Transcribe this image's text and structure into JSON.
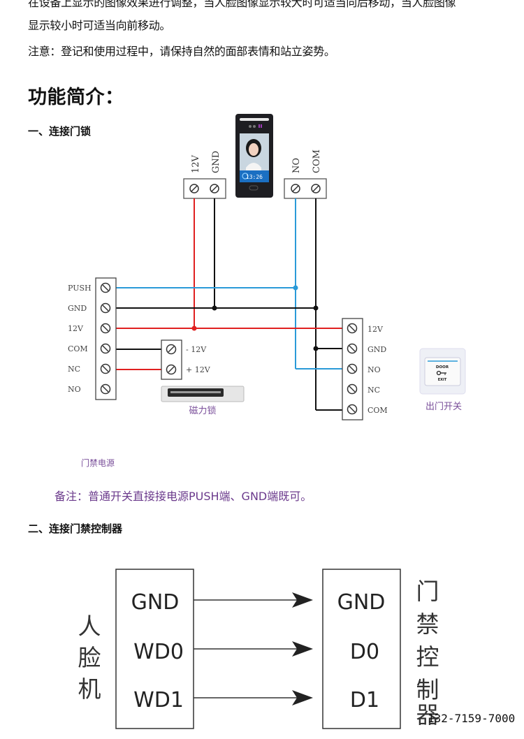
{
  "intro": {
    "line1": "在设备上显示的图像效果进行调整，当人脸图像显示较大时可适当向后移动，当人脸图像",
    "line2": "显示较小时可适当向前移动。",
    "notice": "注意：登记和使用过程中，请保持自然的面部表情和站立姿势。"
  },
  "section_title": "功能简介：",
  "section1": {
    "title": "一、连接门锁",
    "device": {
      "screen_time": "13:26",
      "left_terminal_labels": [
        "12V",
        "GND"
      ],
      "right_terminal_labels": [
        "NO",
        "COM"
      ]
    },
    "power_supply": {
      "label": "门禁电源",
      "terminals": [
        "PUSH",
        "GND",
        "12V",
        "COM",
        "NC",
        "NO"
      ]
    },
    "mag_lock": {
      "label": "磁力锁",
      "terminals": [
        "- 12V",
        "+ 12V"
      ]
    },
    "exit_button_module": {
      "terminals": [
        "12V",
        "GND",
        "NO",
        "NC",
        "COM"
      ]
    },
    "exit_switch": {
      "label": "出门开关",
      "top_text": "DOOR",
      "bottom_text": "EXIT"
    },
    "wire_colors": {
      "red": "#e02020",
      "black": "#111111",
      "blue": "#2a9ad8"
    },
    "note": "备注：普通开关直接接电源PUSH端、GND端既可。"
  },
  "section2": {
    "title": "二、连接门禁控制器",
    "left_device": {
      "label_chars": [
        "人",
        "脸",
        "机"
      ],
      "pins": [
        "GND",
        "WD0",
        "WD1"
      ]
    },
    "right_device": {
      "label_chars": [
        "门",
        "禁",
        "控",
        "制",
        "器"
      ],
      "pins": [
        "GND",
        "D0",
        "D1"
      ]
    }
  },
  "phone": "132-7159-7000",
  "colors": {
    "label_purple": "#7a4f9a",
    "note_purple": "#6b3a8c"
  }
}
